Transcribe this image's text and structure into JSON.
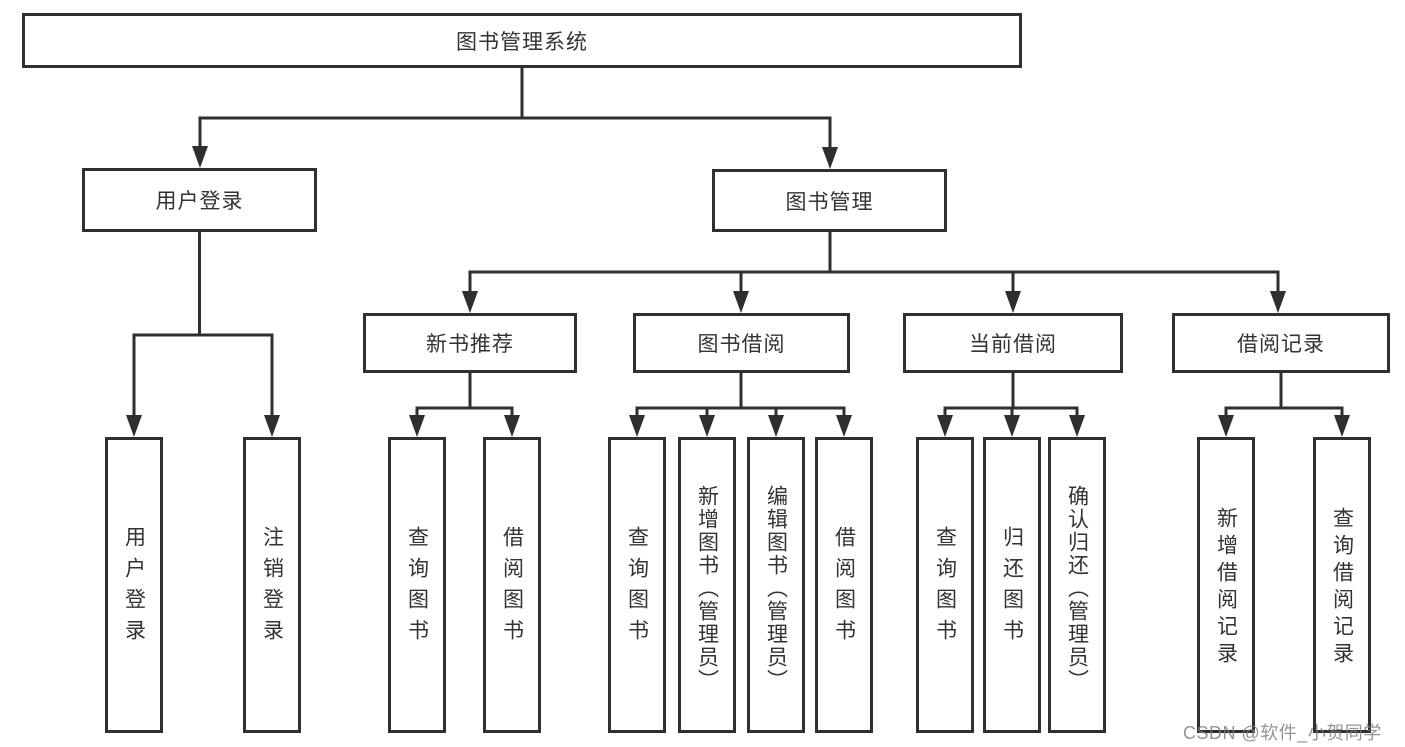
{
  "tree": {
    "root": {
      "label": "图书管理系统",
      "children": [
        {
          "label": "用户登录",
          "children": [
            {
              "label": "用户登录"
            },
            {
              "label": "注销登录"
            }
          ]
        },
        {
          "label": "图书管理",
          "children": [
            {
              "label": "新书推荐",
              "children": [
                {
                  "label": "查询图书"
                },
                {
                  "label": "借阅图书"
                }
              ]
            },
            {
              "label": "图书借阅",
              "children": [
                {
                  "label": "查询图书"
                },
                {
                  "label": "新增图书（管理员）"
                },
                {
                  "label": "编辑图书（管理员）"
                },
                {
                  "label": "借阅图书"
                }
              ]
            },
            {
              "label": "当前借阅",
              "children": [
                {
                  "label": "查询图书"
                },
                {
                  "label": "归还图书"
                },
                {
                  "label": "确认归还（管理员）"
                }
              ]
            },
            {
              "label": "借阅记录",
              "children": [
                {
                  "label": "新增借阅记录"
                },
                {
                  "label": "查询借阅记录"
                }
              ]
            }
          ]
        }
      ]
    }
  },
  "watermark": {
    "text": "CSDN @软件_小贺同学"
  },
  "colors": {
    "line": "#2f2f2f",
    "text": "#333333",
    "background": "#ffffff",
    "watermark": "#7d7d7d"
  }
}
